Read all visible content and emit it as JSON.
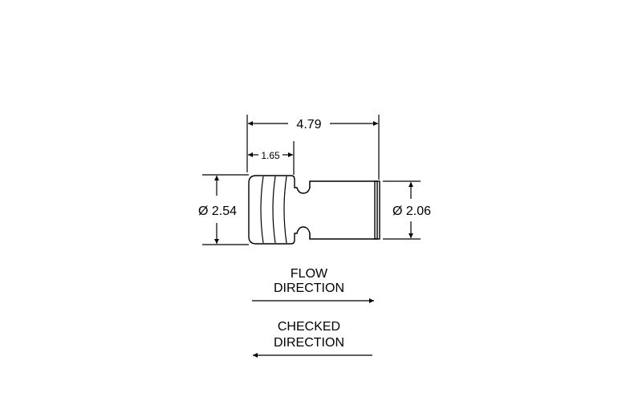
{
  "dimensions": {
    "overall_length": "4.79",
    "head_length": "1.65",
    "head_diameter": "Ø 2.54",
    "body_diameter": "Ø 2.06"
  },
  "flow": {
    "line1": "FLOW",
    "line2": "DIRECTION"
  },
  "checked": {
    "line1": "CHECKED",
    "line2": "DIRECTION"
  }
}
